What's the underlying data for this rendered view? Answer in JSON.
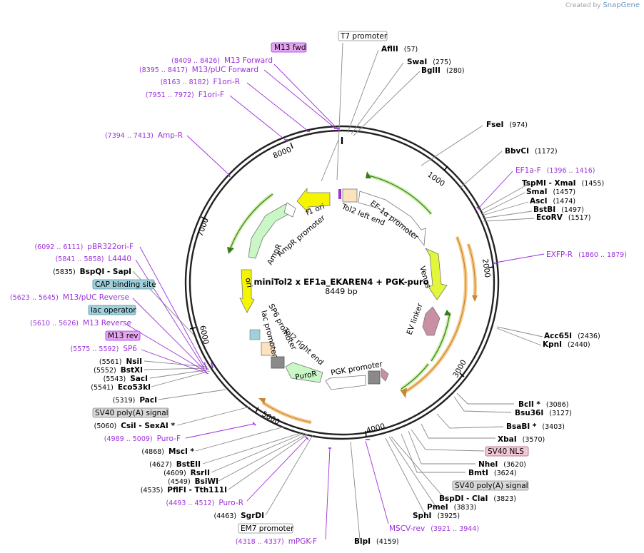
{
  "credit": {
    "created_by": "Created by",
    "app": "SnapGene"
  },
  "plasmid": {
    "name": "miniTol2 x EF1a_EKAREN4 + PGK-puro",
    "length": "8449 bp"
  },
  "ticks": [
    "1000",
    "2000",
    "3000",
    "4000",
    "5000",
    "6000",
    "7000",
    "8000"
  ],
  "enzymes_right": [
    {
      "name": "AflII",
      "pos": "(57)"
    },
    {
      "name": "SwaI",
      "pos": "(275)"
    },
    {
      "name": "BglII",
      "pos": "(280)"
    },
    {
      "name": "FseI",
      "pos": "(974)"
    },
    {
      "name": "BbvCI",
      "pos": "(1172)"
    },
    {
      "name": "TspMI  -  XmaI",
      "pos": "(1455)"
    },
    {
      "name": "SmaI",
      "pos": "(1457)"
    },
    {
      "name": "AscI",
      "pos": "(1474)"
    },
    {
      "name": "BstBI",
      "pos": "(1497)"
    },
    {
      "name": "EcoRV",
      "pos": "(1517)"
    },
    {
      "name": "Acc65I",
      "pos": "(2436)"
    },
    {
      "name": "KpnI",
      "pos": "(2440)"
    },
    {
      "name": "BclI *",
      "pos": "(3086)"
    },
    {
      "name": "Bsu36I",
      "pos": "(3127)"
    },
    {
      "name": "BsaBI *",
      "pos": "(3403)"
    },
    {
      "name": "XbaI",
      "pos": "(3570)"
    },
    {
      "name": "NheI",
      "pos": "(3620)"
    },
    {
      "name": "BmtI",
      "pos": "(3624)"
    },
    {
      "name": "BspDI  -  ClaI",
      "pos": "(3823)"
    },
    {
      "name": "PmeI",
      "pos": "(3833)"
    },
    {
      "name": "SphI",
      "pos": "(3925)"
    },
    {
      "name": "BlpI",
      "pos": "(4159)"
    }
  ],
  "enzymes_left": [
    {
      "name": "BspQI   -  SapI",
      "pos": "(5835)"
    },
    {
      "name": "NsiI",
      "pos": "(5561)"
    },
    {
      "name": "BstXI",
      "pos": "(5552)"
    },
    {
      "name": "SacI",
      "pos": "(5543)"
    },
    {
      "name": "Eco53kI",
      "pos": "(5541)"
    },
    {
      "name": "PacI",
      "pos": "(5319)"
    },
    {
      "name": "CsiI   -  SexAI *",
      "pos": "(5060)"
    },
    {
      "name": "MscI *",
      "pos": "(4868)"
    },
    {
      "name": "BstEII",
      "pos": "(4627)"
    },
    {
      "name": "RsrII",
      "pos": "(4609)"
    },
    {
      "name": "BsiWI",
      "pos": "(4549)"
    },
    {
      "name": "PflFI  -  Tth111I",
      "pos": "(4535)"
    },
    {
      "name": "SgrDI",
      "pos": "(4463)"
    }
  ],
  "primers": [
    {
      "name": "M13 Forward",
      "pos": "(8409 .. 8426)"
    },
    {
      "name": "M13/pUC Forward",
      "pos": "(8395 .. 8417)"
    },
    {
      "name": "F1ori-R",
      "pos": "(8163 .. 8182)"
    },
    {
      "name": "F1ori-F",
      "pos": "(7951 .. 7972)"
    },
    {
      "name": "Amp-R",
      "pos": "(7394 .. 7413)"
    },
    {
      "name": "pBR322ori-F",
      "pos": "(6092 .. 6111)"
    },
    {
      "name": "L4440",
      "pos": "(5841 .. 5858)"
    },
    {
      "name": "M13/pUC Reverse",
      "pos": "(5623 .. 5645)"
    },
    {
      "name": "M13 Reverse",
      "pos": "(5610 .. 5626)"
    },
    {
      "name": "SP6",
      "pos": "(5575 .. 5592)"
    },
    {
      "name": "Puro-F",
      "pos": "(4989 .. 5009)"
    },
    {
      "name": "Puro-R",
      "pos": "(4493 .. 4512)"
    },
    {
      "name": "mPGK-F",
      "pos": "(4318 .. 4337)"
    },
    {
      "name": "MSCV-rev",
      "pos": "(3921 .. 3944)"
    },
    {
      "name": "EF1a-F",
      "pos": "(1396 .. 1416)"
    },
    {
      "name": "EXFP-R",
      "pos": "(1860 .. 1879)"
    }
  ],
  "boxed": {
    "m13fwd": "M13 fwd",
    "t7": "T7 promoter",
    "cap": "CAP binding site",
    "lacop": "lac operator",
    "m13rev": "M13 rev",
    "sv40pa_left": "SV40 poly(A) signal",
    "em7": "EM7 promoter",
    "sv40nls": "SV40 NLS",
    "sv40pa_right": "SV40 poly(A) signal"
  },
  "features": {
    "f1ori": "f1 ori",
    "tol2left": "Tol2 left end",
    "ef1a": "EF-1α promoter",
    "ampr": "AmpR",
    "amprprom": "AmpR promoter",
    "venus": "Venus",
    "ori": "ori",
    "evlinker": "EV linker",
    "sp6prom": "SP6 promoter",
    "lacprom": "lac promoter",
    "tol2right": "Tol2 right end",
    "puror": "PuroR",
    "pgkprom": "PGK promoter"
  },
  "colors": {
    "primer": "#9b30d9",
    "orf_green": "#c9f7c5",
    "arrow_yellow": "#f5f500",
    "promoter_white": "#ffffff",
    "venus": "#e3f73a",
    "linker": "#c98fa4",
    "origin": "#f5f500",
    "orange_band": "#f7c98a",
    "green_band": "#caf0a8"
  }
}
